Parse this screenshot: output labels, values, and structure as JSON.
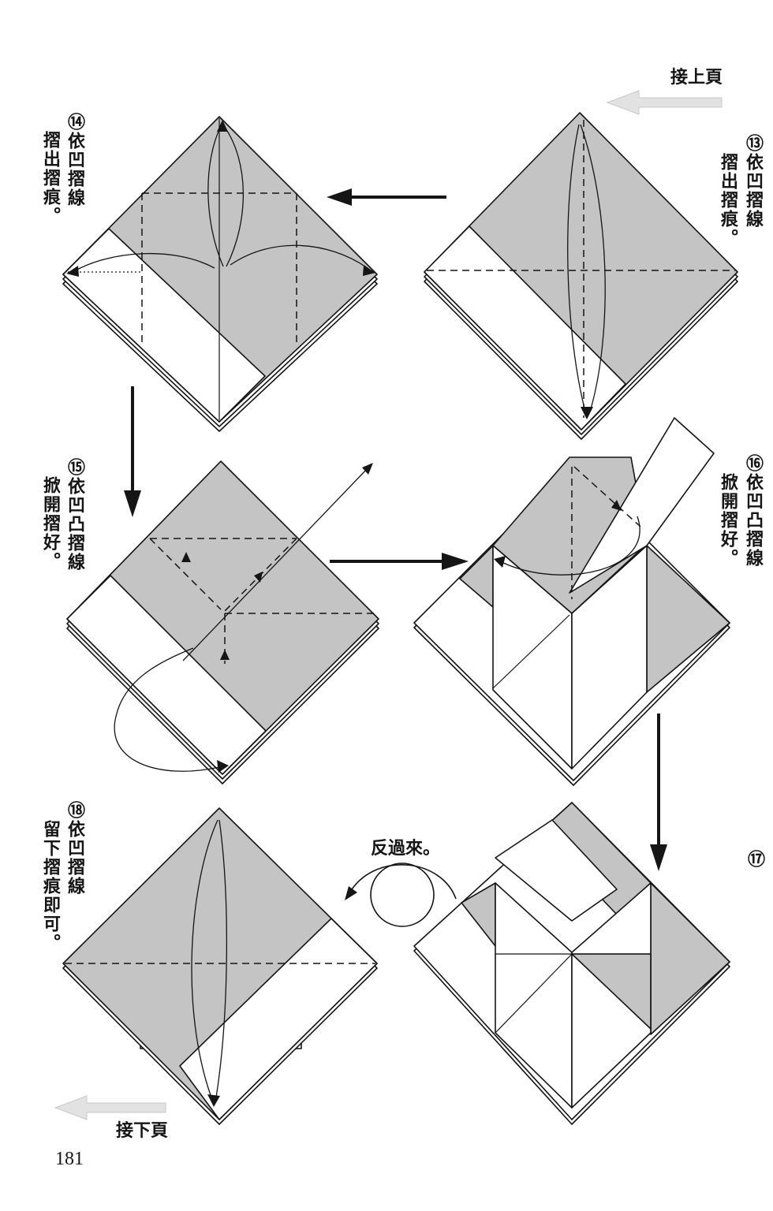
{
  "page": {
    "continued_from_label": "接上頁",
    "continued_to_label": "接下頁",
    "page_number": "181"
  },
  "steps": {
    "s13": {
      "number": "⑬",
      "instruction": "依凹摺線",
      "detail": "摺出摺痕。"
    },
    "s14": {
      "number": "⑭",
      "instruction": "依凹摺線",
      "detail": "摺出摺痕。"
    },
    "s15": {
      "number": "⑮",
      "instruction": "依凹凸摺線",
      "detail": "掀開摺好。"
    },
    "s16": {
      "number": "⑯",
      "instruction": "依凹凸摺線",
      "detail": "掀開摺好。"
    },
    "s17": {
      "number": "⑰"
    },
    "s18": {
      "number": "⑱",
      "instruction": "依凹摺線",
      "detail": "留下摺痕即可。"
    }
  },
  "flip_label": "反過來。",
  "colors": {
    "paper_gray": "#c4c4c4",
    "ink": "#151515",
    "paper_white": "#ffffff",
    "nav_arrow": "#e2e2e2"
  }
}
